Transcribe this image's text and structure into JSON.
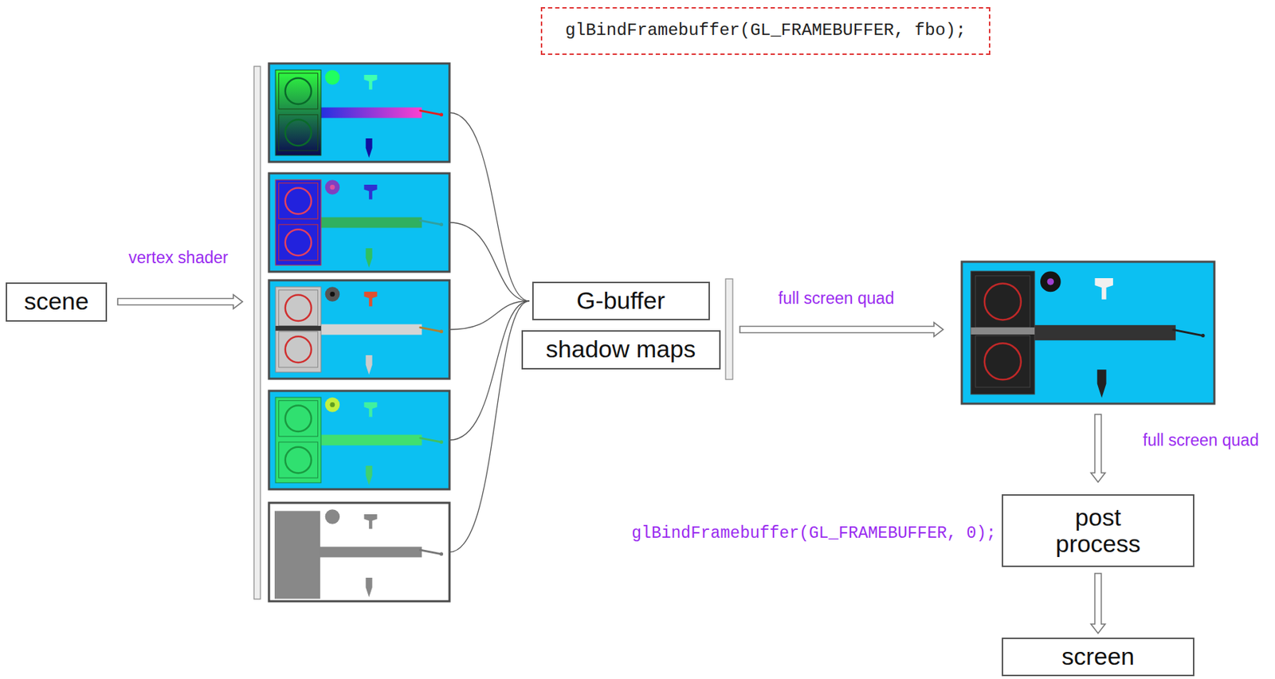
{
  "diagram": {
    "nodes": [
      {
        "text": [
          "glBindFramebuffer(GL_FRAMEBUFFER, fbo);"
        ]
      },
      {
        "text": [
          "scene"
        ]
      },
      {
        "text": [
          "G-buffer"
        ]
      },
      {
        "text": [
          "shadow maps"
        ]
      },
      {
        "text": [
          "post process"
        ]
      },
      {
        "text": [
          "screen"
        ]
      }
    ],
    "edges": [
      {
        "from": 4,
        "to": 5,
        "arrow": "to"
      }
    ],
    "labels": [
      "vertex shader",
      "full screen quad",
      "full screen quad",
      "glBindFramebuffer(GL_FRAMEBUFFER, 0);"
    ]
  }
}
